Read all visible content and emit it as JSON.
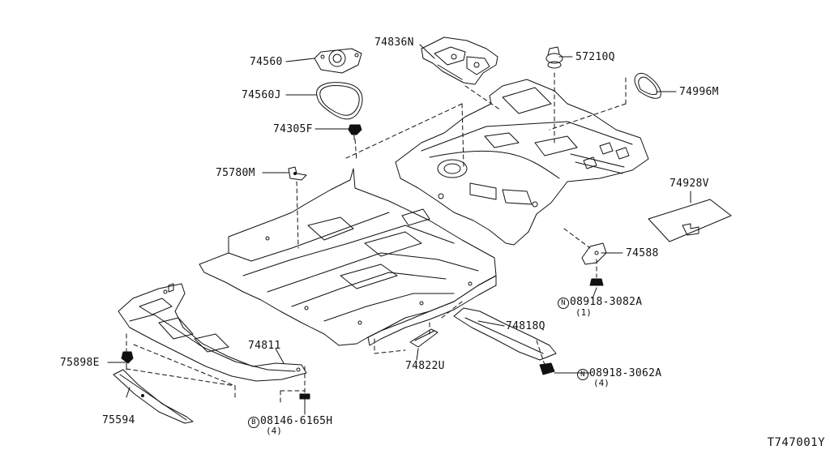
{
  "labels": {
    "p74560": "74560",
    "p74560J": "74560J",
    "p74305F": "74305F",
    "p75780M": "75780M",
    "p74836N": "74836N",
    "p57210Q": "57210Q",
    "p74996M": "74996M",
    "p74928V": "74928V",
    "p74588": "74588",
    "p08918_3082A": "08918-3082A",
    "p08918_3082A_qty": "(1)",
    "p08918_3082A_symbol": "N",
    "p74818Q": "74818Q",
    "p08918_3062A": "08918-3062A",
    "p08918_3062A_qty": "(4)",
    "p08918_3062A_symbol": "N",
    "p74822U": "74822U",
    "p74811": "74811",
    "p75898E": "75898E",
    "p75594": "75594",
    "p08146_6165H": "08146-6165H",
    "p08146_6165H_qty": "(4)",
    "p08146_6165H_symbol": "B"
  },
  "diagram_code": "T747001Y"
}
